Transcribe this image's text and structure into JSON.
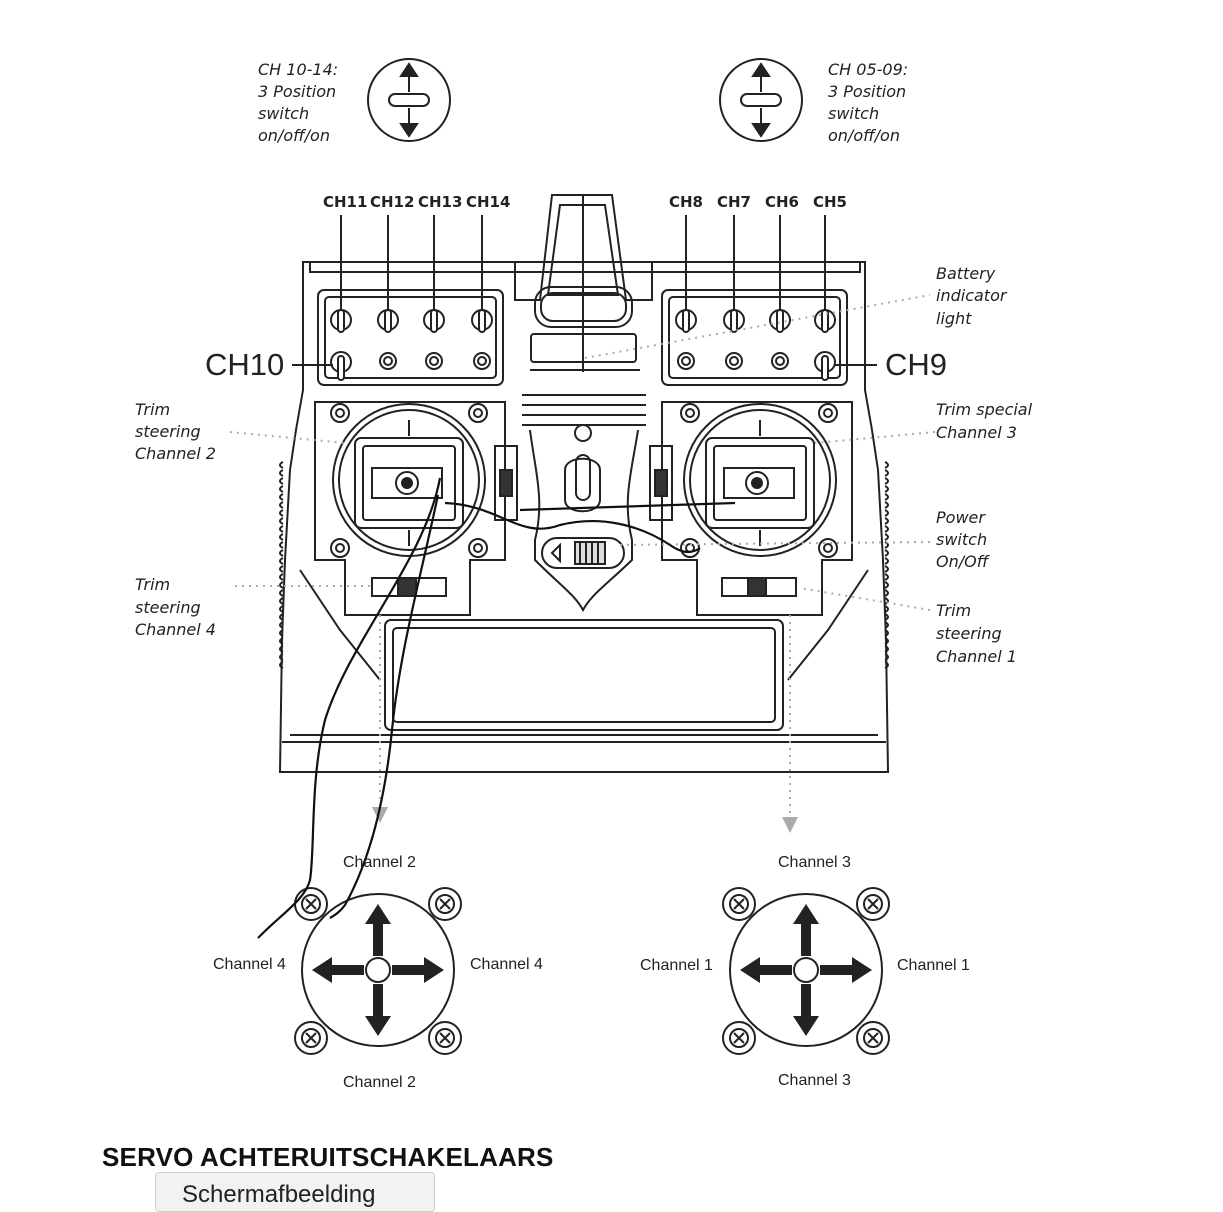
{
  "top_switches": {
    "left": {
      "lines": [
        "CH 10-14:",
        "3 Position",
        "switch",
        "on/off/on"
      ]
    },
    "right": {
      "lines": [
        "CH 05-09:",
        "3 Position",
        "switch",
        "on/off/on"
      ]
    }
  },
  "channel_labels": {
    "left_top": [
      "CH11",
      "CH12",
      "CH13",
      "CH14"
    ],
    "right_top": [
      "CH8",
      "CH7",
      "CH6",
      "CH5"
    ],
    "left_side": "CH10",
    "right_side": "CH9"
  },
  "callouts": {
    "battery": [
      "Battery",
      "indicator",
      "light"
    ],
    "trim_special": [
      "Trim special",
      "Channel 3"
    ],
    "power": [
      "Power",
      "switch",
      "On/Off"
    ],
    "trim_ch1": [
      "Trim",
      "steering",
      "Channel 1"
    ],
    "trim_ch2": [
      "Trim",
      "steering",
      "Channel 2"
    ],
    "trim_ch4": [
      "Trim",
      "steering",
      "Channel 4"
    ]
  },
  "stick_left": {
    "top": "Channel 2",
    "bottom": "Channel 2",
    "left": "Channel 4",
    "right": "Channel 4"
  },
  "stick_right": {
    "top": "Channel 3",
    "bottom": "Channel 3",
    "left": "Channel 1",
    "right": "Channel 1"
  },
  "heading": "SERVO ACHTERUITSCHAKELAARS",
  "tooltip": "Schermafbeelding"
}
